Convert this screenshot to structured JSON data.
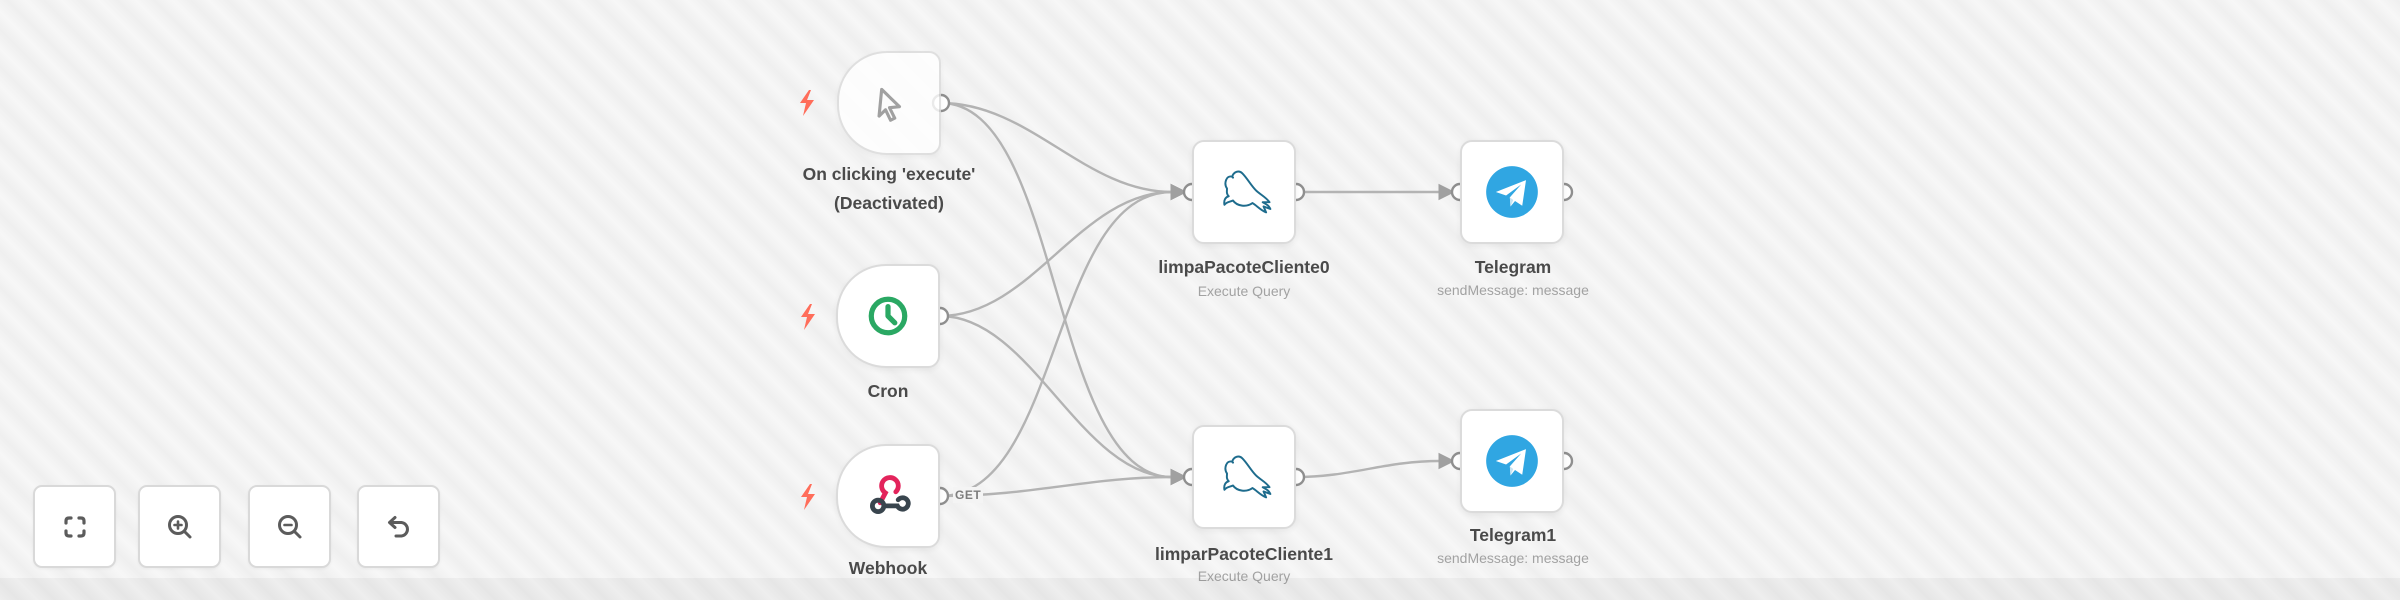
{
  "canvas": {
    "background": "#f3f3f3"
  },
  "toolbar": {
    "buttons": [
      {
        "id": "zoom-to-fit",
        "icon": "zoom-to-fit-icon"
      },
      {
        "id": "zoom-in",
        "icon": "zoom-in-icon"
      },
      {
        "id": "zoom-out",
        "icon": "zoom-out-icon"
      },
      {
        "id": "reset-zoom",
        "icon": "undo-icon"
      }
    ]
  },
  "nodes": [
    {
      "id": "on-clicking-execute",
      "title": "On clicking 'execute'",
      "subtitle": "(Deactivated)",
      "icon": "cursor-icon",
      "kind": "trigger",
      "disabled": true
    },
    {
      "id": "cron",
      "title": "Cron",
      "icon": "clock-icon",
      "kind": "trigger"
    },
    {
      "id": "webhook",
      "title": "Webhook",
      "icon": "webhook-icon",
      "kind": "trigger",
      "output_label": "GET"
    },
    {
      "id": "limpa-pacote-cliente0",
      "title": "limpaPacoteCliente0",
      "subtitle": "Execute Query",
      "icon": "mysql-icon",
      "kind": "action"
    },
    {
      "id": "telegram",
      "title": "Telegram",
      "subtitle": "sendMessage: message",
      "icon": "telegram-icon",
      "kind": "action"
    },
    {
      "id": "limpar-pacote-cliente1",
      "title": "limparPacoteCliente1",
      "subtitle": "Execute Query",
      "icon": "mysql-icon",
      "kind": "action"
    },
    {
      "id": "telegram1",
      "title": "Telegram1",
      "subtitle": "sendMessage: message",
      "icon": "telegram-icon",
      "kind": "action"
    }
  ],
  "connections": [
    {
      "from": "on-clicking-execute",
      "to": "limpa-pacote-cliente0"
    },
    {
      "from": "on-clicking-execute",
      "to": "limpar-pacote-cliente1"
    },
    {
      "from": "cron",
      "to": "limpa-pacote-cliente0"
    },
    {
      "from": "cron",
      "to": "limpar-pacote-cliente1"
    },
    {
      "from": "webhook",
      "to": "limpa-pacote-cliente0"
    },
    {
      "from": "webhook",
      "to": "limpar-pacote-cliente1",
      "label": "GET"
    },
    {
      "from": "limpa-pacote-cliente0",
      "to": "telegram"
    },
    {
      "from": "limpar-pacote-cliente1",
      "to": "telegram1"
    }
  ],
  "colors": {
    "trigger_bolt": "#ff6d5a",
    "connection": "#b3b3b3",
    "node_border": "#dbdbdb",
    "cron_green": "#2aa863",
    "webhook_pink": "#e3245c",
    "webhook_dark": "#39454e",
    "telegram_blue": "#30a6e2",
    "mysql_teal": "#1e6c8d",
    "title_text": "#4a4a4a",
    "subtitle_text": "#a2a2a2"
  }
}
